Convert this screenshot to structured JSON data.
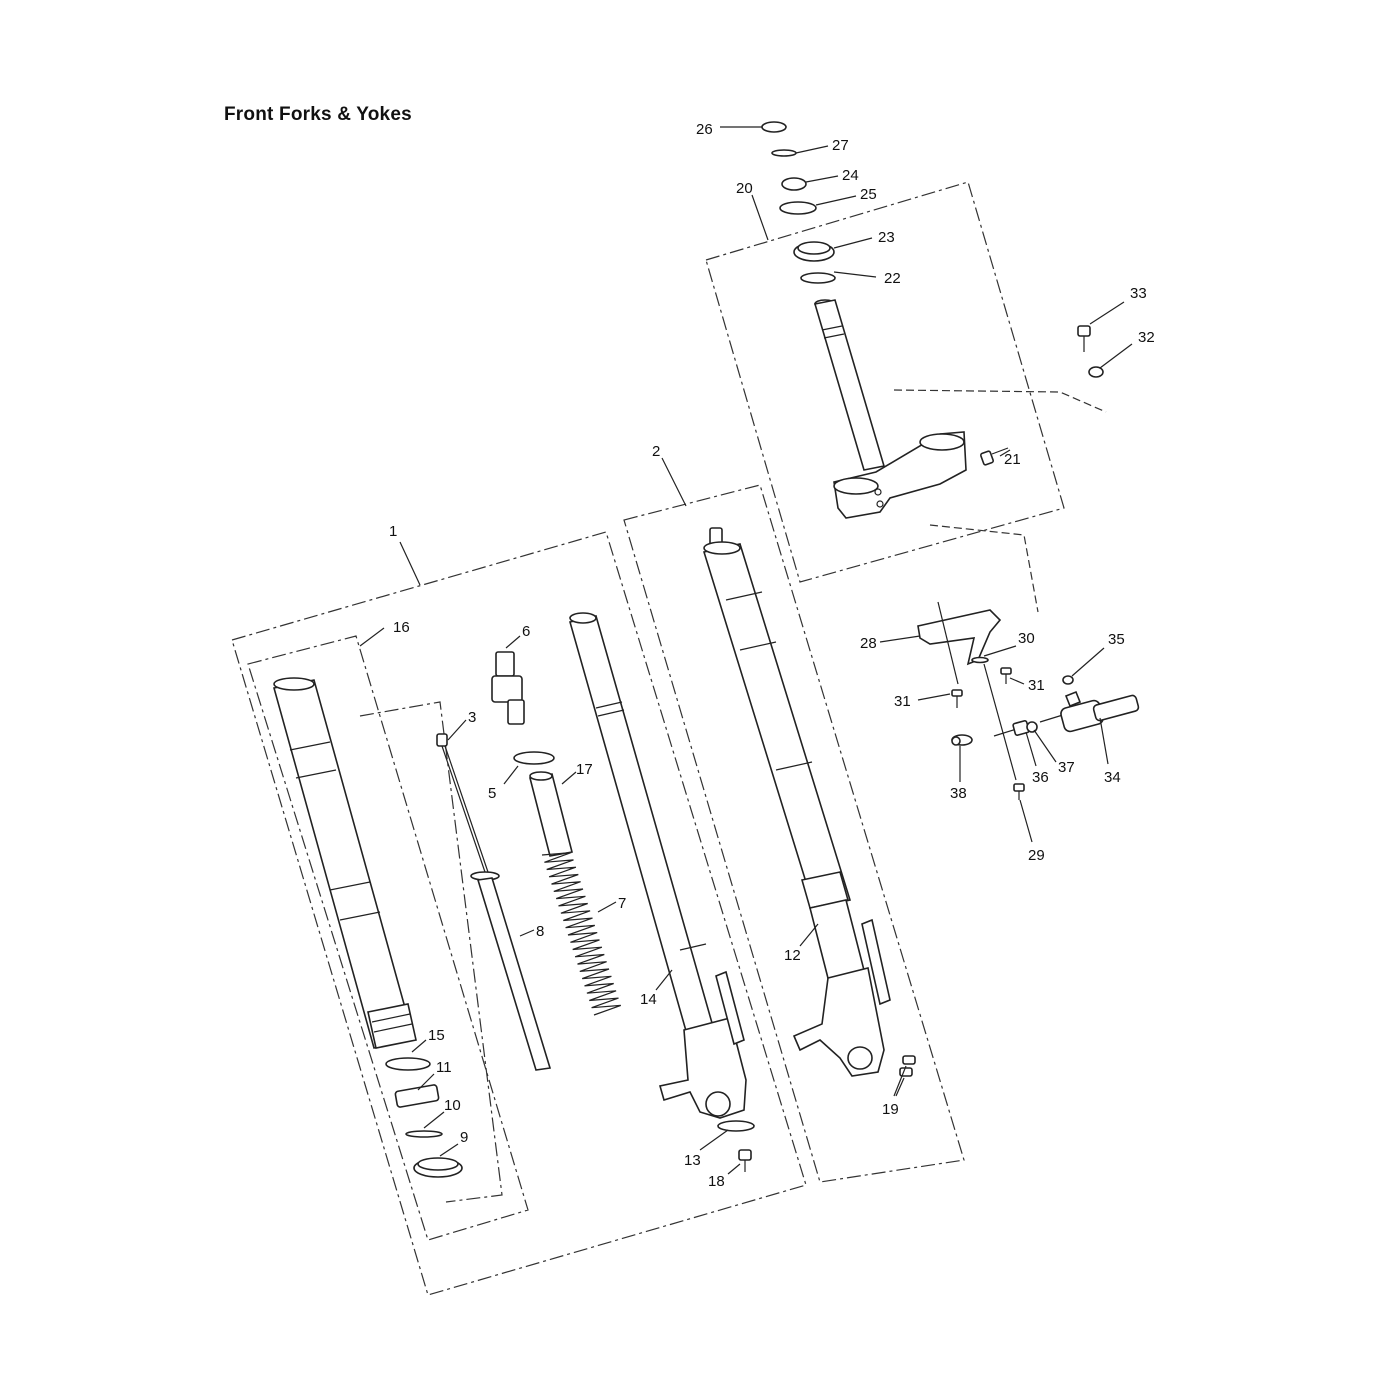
{
  "title": "Front Forks & Yokes",
  "callouts": [
    "1",
    "2",
    "3",
    "5",
    "6",
    "7",
    "8",
    "9",
    "10",
    "11",
    "12",
    "13",
    "14",
    "15",
    "16",
    "17",
    "18",
    "19",
    "20",
    "21",
    "22",
    "23",
    "24",
    "25",
    "26",
    "27",
    "28",
    "29",
    "30",
    "31",
    "31",
    "32",
    "33",
    "34",
    "35",
    "36",
    "37",
    "38"
  ]
}
